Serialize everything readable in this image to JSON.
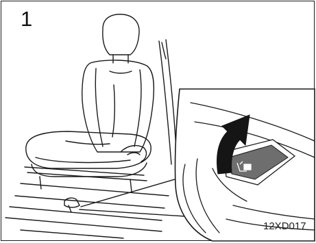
{
  "figure": {
    "step_number": "1",
    "figure_code": "12XD017"
  },
  "icons": {
    "seat": "car-seat",
    "lever": "seat-lever-icon",
    "arrow": "curved-up-arrow-icon",
    "lock_symbol": "seat-symbol-icon"
  },
  "colors": {
    "line": "#1a1a1a",
    "arrow_fill": "#151515",
    "button_fill": "#6e6e6e",
    "background": "#ffffff"
  }
}
